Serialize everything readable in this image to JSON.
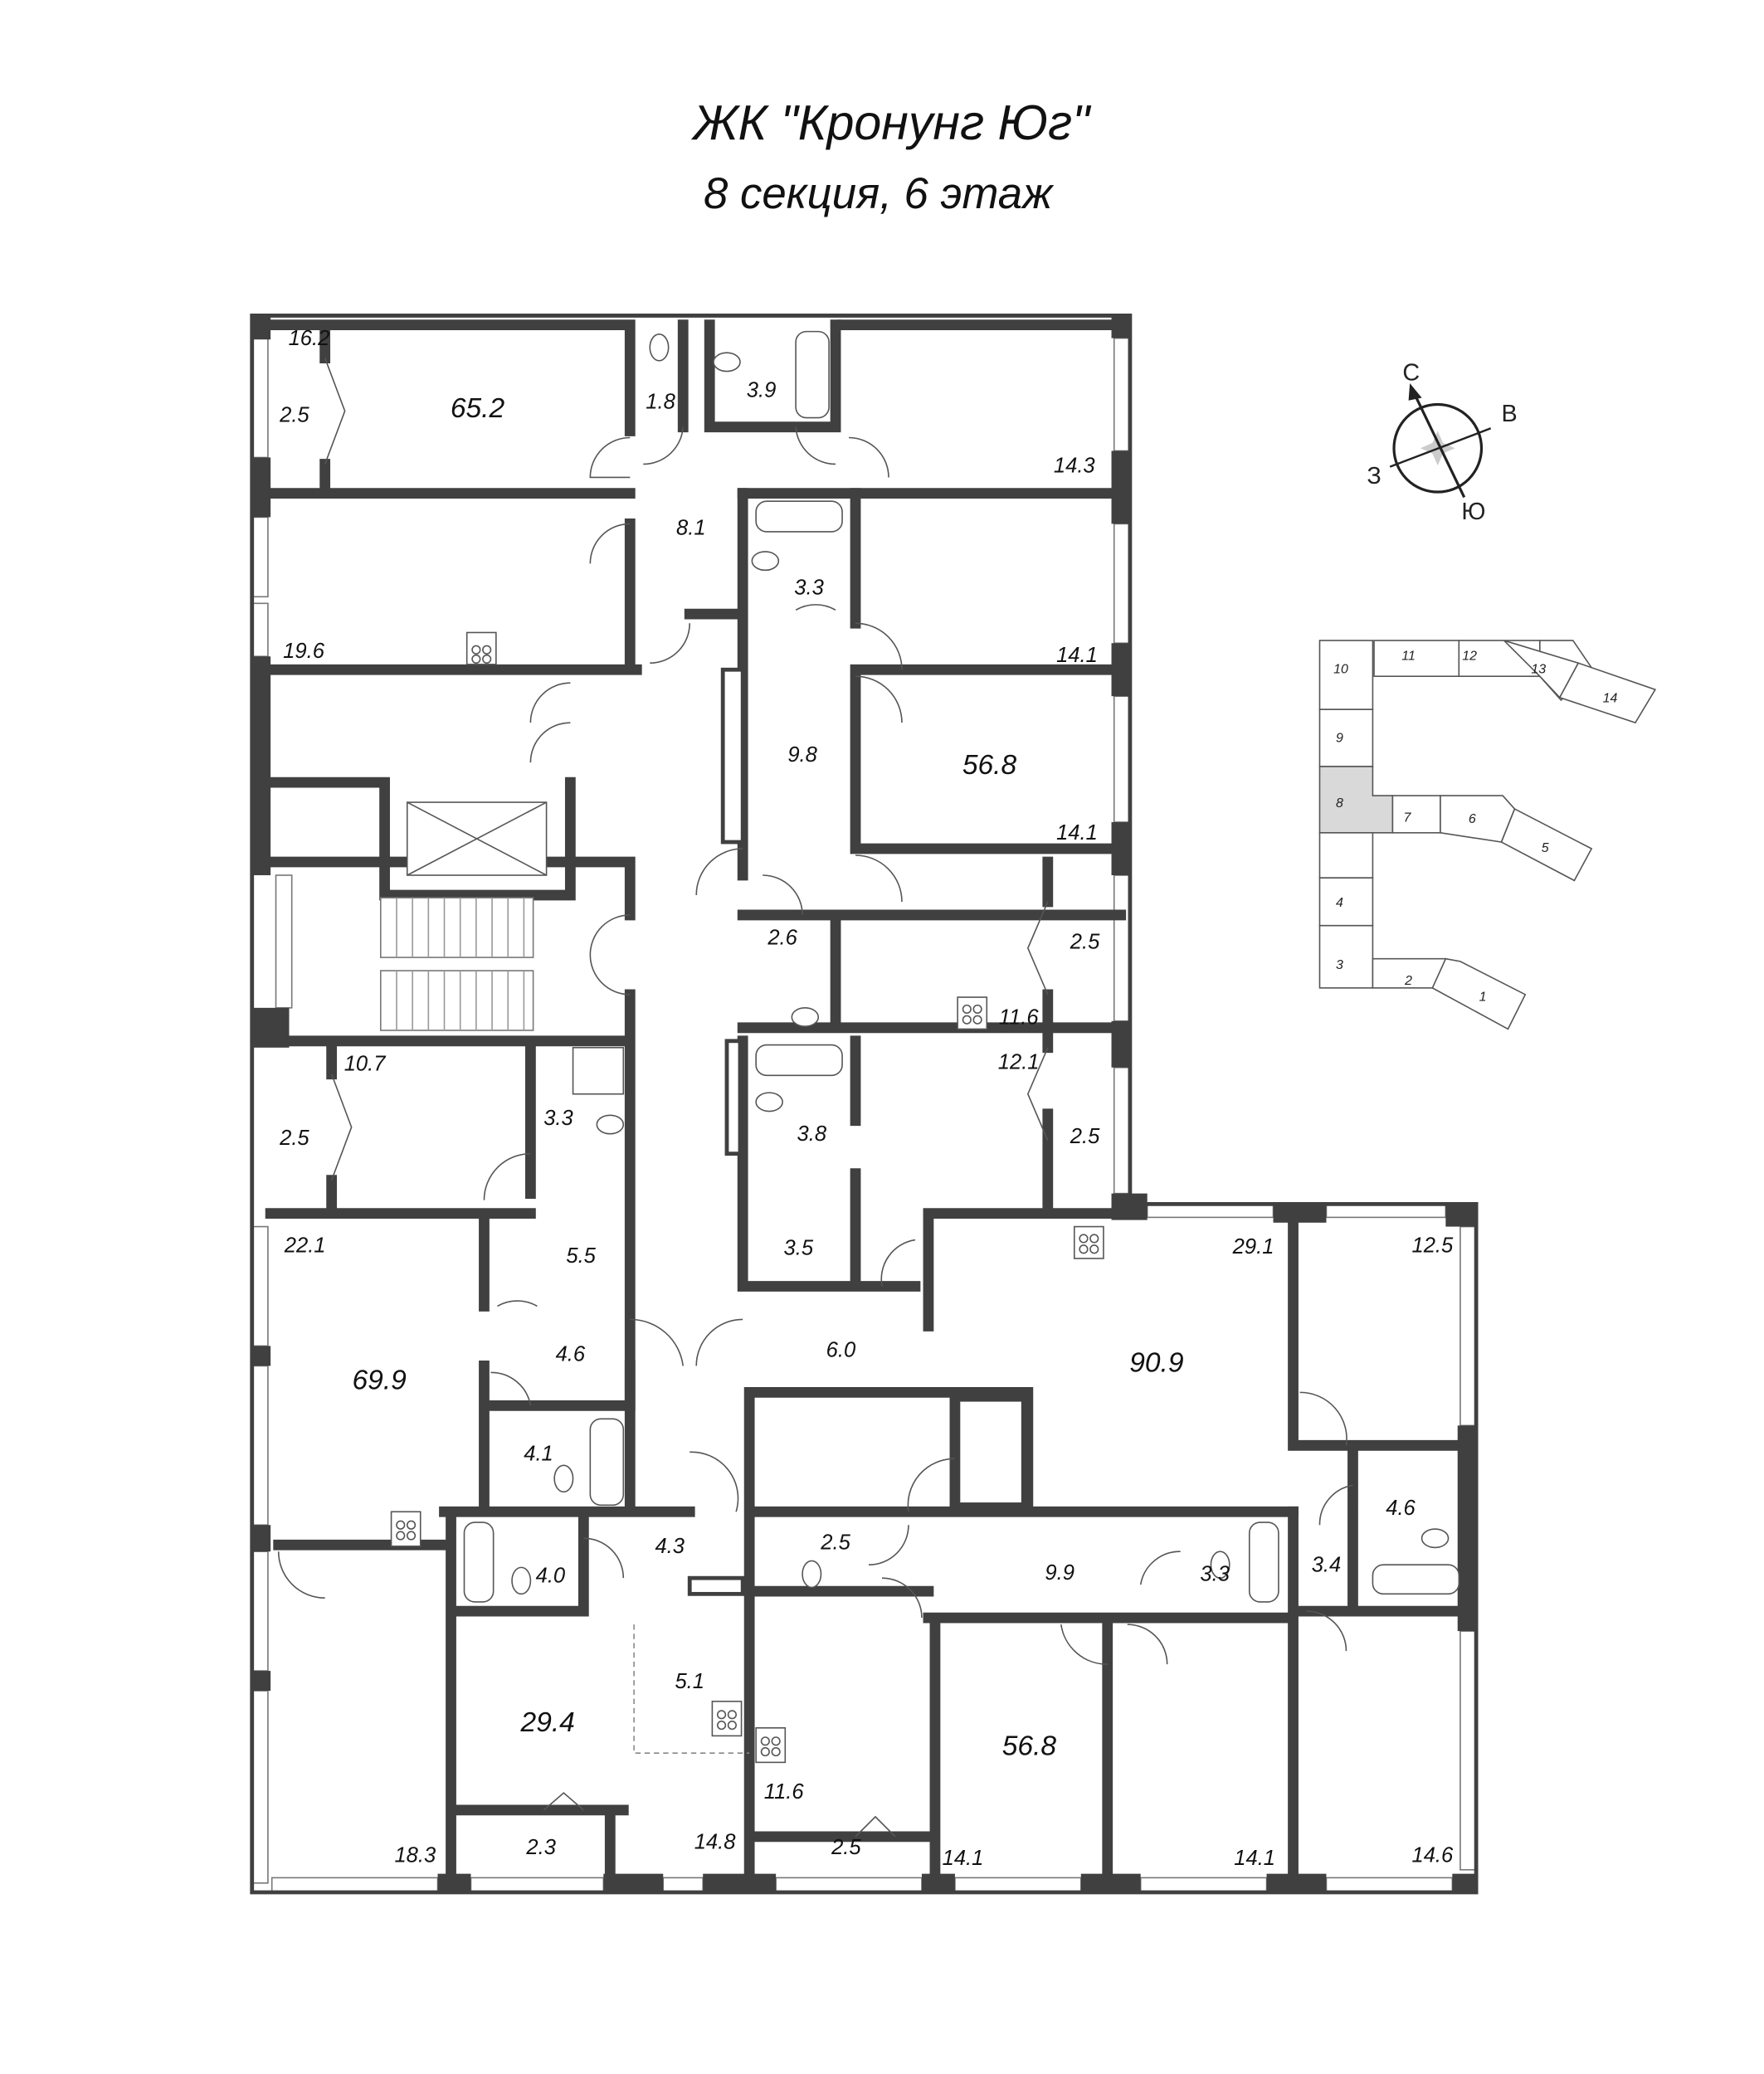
{
  "header": {
    "title": "ЖК \"Кронунг Юг\"",
    "subtitle": "8 секция, 6 этаж"
  },
  "compass": {
    "north": "С",
    "east": "В",
    "west": "З",
    "south": "Ю"
  },
  "rooms": [
    "16.2",
    "65.2",
    "2.5",
    "1.8",
    "3.9",
    "14.3",
    "8.1",
    "19.6",
    "3.3",
    "14.1",
    "9.8",
    "56.8",
    "14.1",
    "2.6",
    "2.5",
    "11.6",
    "10.7",
    "12.1",
    "3.3",
    "3.8",
    "2.5",
    "2.5",
    "22.1",
    "5.5",
    "3.5",
    "29.1",
    "12.5",
    "4.6",
    "6.0",
    "90.9",
    "69.9",
    "4.1",
    "4.6",
    "4.3",
    "2.5",
    "4.0",
    "9.9",
    "3.3",
    "3.4",
    "5.1",
    "29.4",
    "56.8",
    "11.6",
    "2.3",
    "2.5",
    "14.8",
    "18.3",
    "14.1",
    "14.1",
    "14.6"
  ],
  "section_map": {
    "sections": [
      "1",
      "2",
      "3",
      "4",
      "5",
      "6",
      "7",
      "8",
      "9",
      "10",
      "11",
      "12",
      "13",
      "14"
    ],
    "current_section": "8",
    "highlight_color": "#d9d9d9"
  },
  "colors": {
    "wall": "#404040"
  }
}
